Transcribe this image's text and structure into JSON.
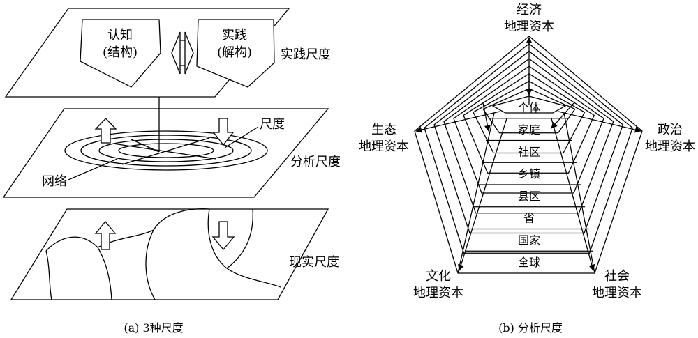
{
  "panel_a": {
    "caption": "(a) 3种尺度",
    "top_plane": {
      "label": "实践尺度",
      "left_box_line1": "认知",
      "left_box_line2": "(结构)",
      "right_box_line1": "实践",
      "right_box_line2": "(解构)"
    },
    "middle_plane": {
      "label": "分析尺度",
      "scale_label": "尺度",
      "network_label": "网络"
    },
    "bottom_plane": {
      "label": "现实尺度"
    }
  },
  "panel_b": {
    "caption": "(b) 分析尺度",
    "vertices": {
      "top_line1": "经济",
      "top_line2": "地理资本",
      "right_line1": "政治",
      "right_line2": "地理资本",
      "bottom_right_line1": "社会",
      "bottom_right_line2": "地理资本",
      "bottom_left_line1": "文化",
      "bottom_left_line2": "地理资本",
      "left_line1": "生态",
      "left_line2": "地理资本"
    },
    "levels": [
      "个体",
      "家庭",
      "社区",
      "乡镇",
      "县区",
      "省",
      "国家",
      "全球"
    ]
  }
}
